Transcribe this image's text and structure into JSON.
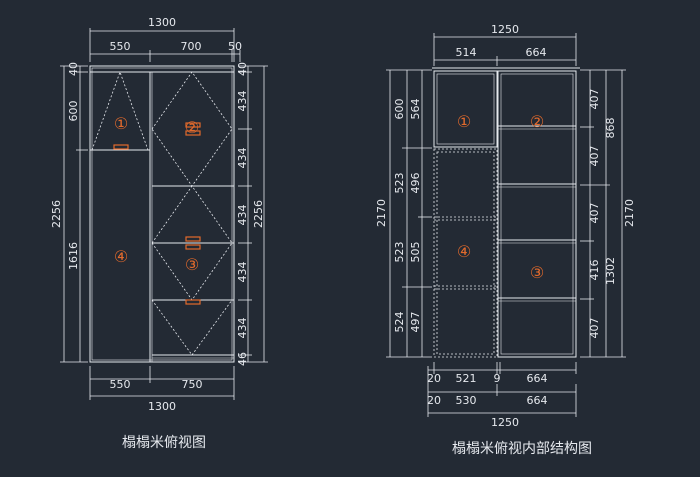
{
  "colors": {
    "background": "#232a34",
    "lines": "#e6e9ee",
    "accent": "#e26a2c"
  },
  "left": {
    "title": "榻榻米俯视图",
    "top_total": "1300",
    "top_parts": [
      "550",
      "700",
      "50"
    ],
    "bottom_parts": [
      "550",
      "750"
    ],
    "bottom_total": "1300",
    "left_total": "2256",
    "left_parts": [
      "40",
      "600",
      "1616"
    ],
    "right_total": "2256",
    "right_parts": [
      "40",
      "434",
      "434",
      "434",
      "434",
      "434",
      "46"
    ],
    "labels": [
      "①",
      "②",
      "③",
      "④"
    ]
  },
  "right": {
    "title": "榻榻米俯视内部结构图",
    "top_total": "1250",
    "top_parts": [
      "514",
      "664"
    ],
    "bottom_row1": [
      "20",
      "521",
      "9",
      "664"
    ],
    "bottom_row2": [
      "20",
      "530",
      "664"
    ],
    "bottom_total": "1250",
    "left_total": "2170",
    "left_group": [
      "600",
      "523",
      "523",
      "524"
    ],
    "left_inner": [
      "564",
      "496",
      "505",
      "497"
    ],
    "right_parts": [
      "407",
      "407",
      "407",
      "416",
      "407"
    ],
    "right_group": [
      "868",
      "1302"
    ],
    "right_total": "2170",
    "labels": [
      "①",
      "②",
      "③",
      "④"
    ]
  }
}
